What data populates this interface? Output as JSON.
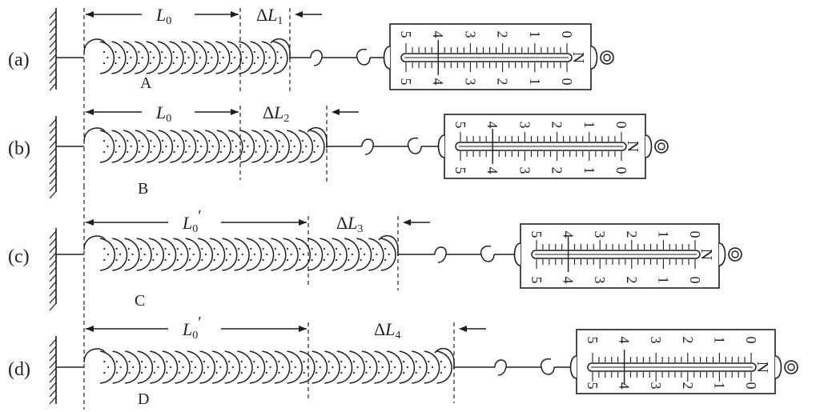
{
  "figure": {
    "rows": [
      {
        "id": "a",
        "label": "(a)",
        "spring_name": "A",
        "natural_length_label": "L",
        "natural_length_sub": "0",
        "natural_prime": "",
        "extension_label": "ΔL",
        "extension_sub": "1",
        "scale_reading_N": 4,
        "coils_natural": 13,
        "coils_extension": 3
      },
      {
        "id": "b",
        "label": "(b)",
        "spring_name": "B",
        "natural_length_label": "L",
        "natural_length_sub": "0",
        "natural_prime": "",
        "extension_label": "ΔL",
        "extension_sub": "2",
        "scale_reading_N": 4,
        "coils_natural": 13,
        "coils_extension": 6
      },
      {
        "id": "c",
        "label": "(c)",
        "spring_name": "C",
        "natural_length_label": "L",
        "natural_length_sub": "0",
        "natural_prime": "′",
        "extension_label": "ΔL",
        "extension_sub": "3",
        "scale_reading_N": 4,
        "coils_natural": 18,
        "coils_extension": 6
      },
      {
        "id": "d",
        "label": "(d)",
        "spring_name": "D",
        "natural_length_label": "L",
        "natural_length_sub": "0",
        "natural_prime": "′",
        "extension_label": "ΔL",
        "extension_sub": "4",
        "scale_reading_N": 4,
        "coils_natural": 18,
        "coils_extension": 10
      }
    ],
    "scale": {
      "unit": "N",
      "top_ticks": [
        "5",
        "4",
        "3",
        "2",
        "1",
        "0"
      ],
      "bottom_ticks": [
        "5",
        "4",
        "3",
        "2",
        "1",
        "0"
      ],
      "max_N": 5
    }
  }
}
